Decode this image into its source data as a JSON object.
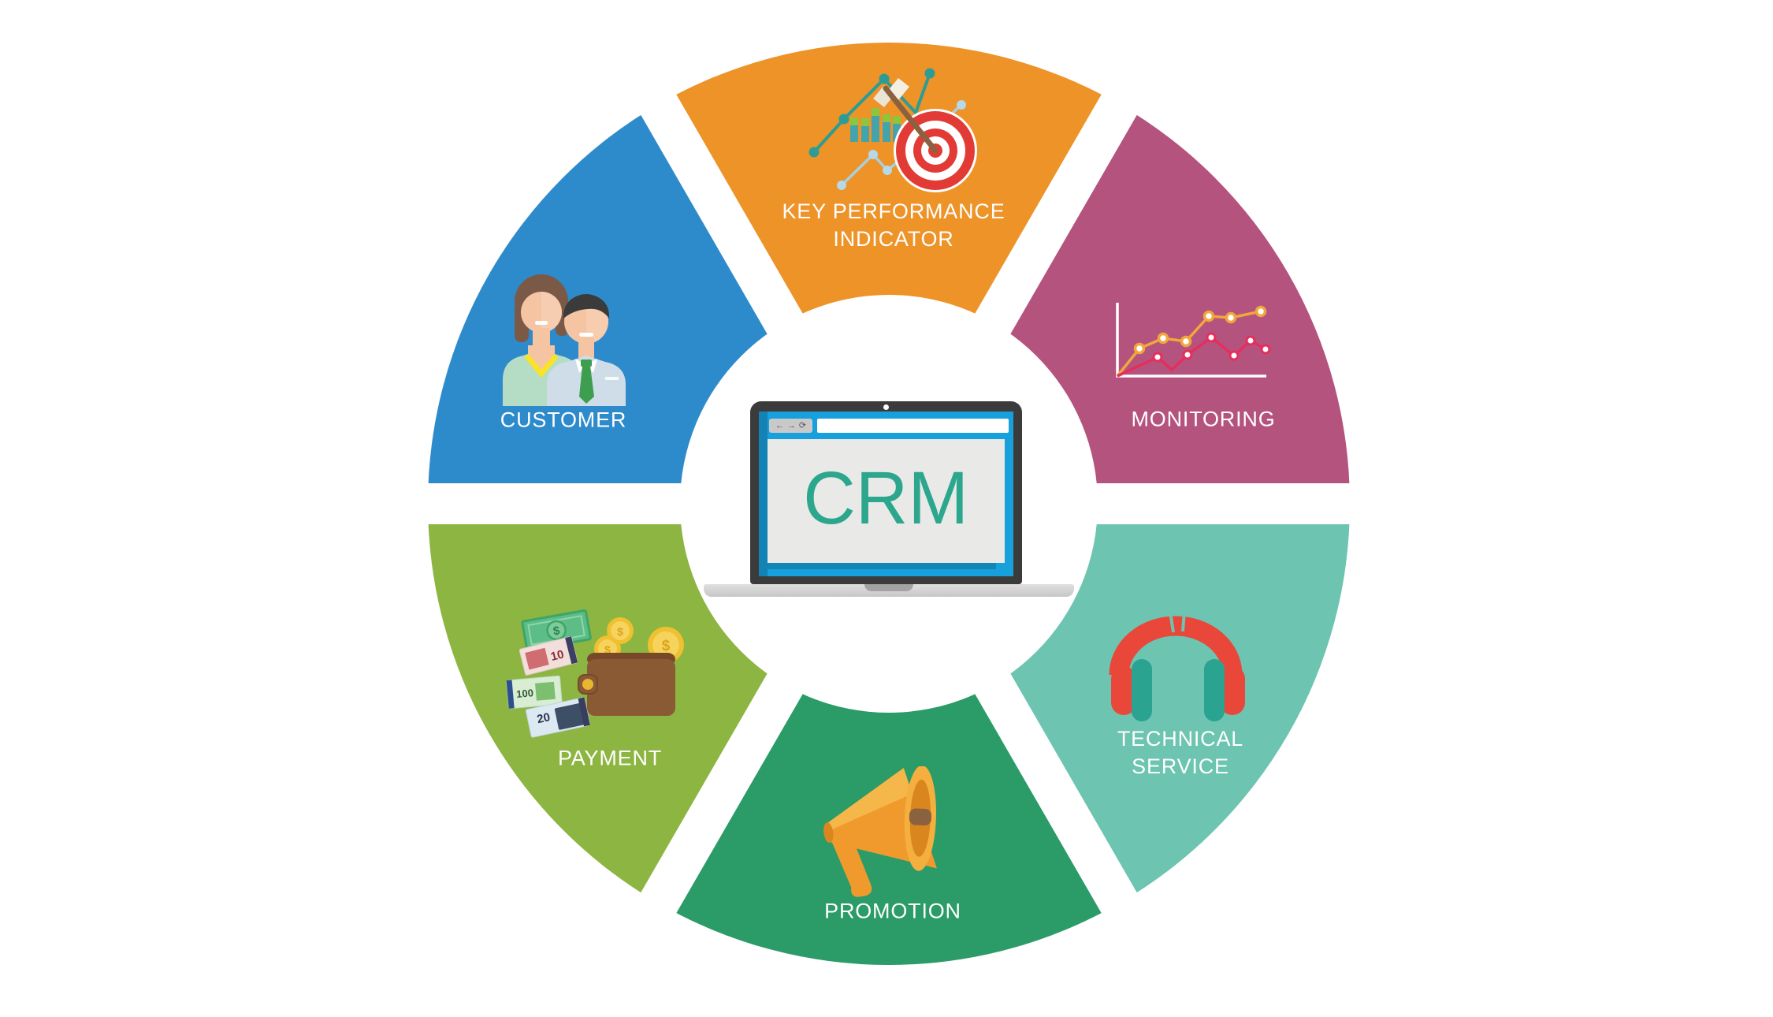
{
  "segments": [
    {
      "id": "key-performance-indicator",
      "lines": [
        "KEY PERFORMANCE",
        "INDICATOR"
      ],
      "color": "#ED9328",
      "icon": "target-arrow-chart-icon"
    },
    {
      "id": "monitoring",
      "lines": [
        "MONITORING",
        ""
      ],
      "color": "#B5537F",
      "icon": "growth-line-chart-icon"
    },
    {
      "id": "technical-service",
      "lines": [
        "TECHNICAL",
        "SERVICE"
      ],
      "color": "#6CC4B1",
      "icon": "headphones-icon"
    },
    {
      "id": "promotion",
      "lines": [
        "PROMOTION",
        ""
      ],
      "color": "#2B9B68",
      "icon": "megaphone-icon"
    },
    {
      "id": "payment",
      "lines": [
        "PAYMENT",
        ""
      ],
      "color": "#8DB541",
      "icon": "wallet-cash-coins-icon"
    },
    {
      "id": "customer",
      "lines": [
        "CUSTOMER",
        ""
      ],
      "color": "#2E8BCB",
      "icon": "customer-avatars-icon"
    }
  ],
  "laptop": {
    "screen_text": "CRM",
    "screen_text_color": "#2CA78E",
    "browser_blue": "#17A0DC",
    "frame_color": "#3B3B3B",
    "back_icon": "←",
    "forward_icon": "→",
    "refresh_icon": "⟳"
  },
  "icon_colors": {
    "target_red": "#E23B36",
    "arrow_brown": "#8A6240",
    "bar_teal": "#45A3AC",
    "bar_cap_green": "#8CC63E",
    "line_teal": "#2C9C95",
    "line_lightblue": "#A9CFE0",
    "monitor_orange": "#F0A73C",
    "monitor_red": "#E62E5C",
    "headphone_red": "#E8473A",
    "headphone_pad_teal": "#2AA391",
    "megaphone_orange": "#F09A2D",
    "wallet_brown": "#8A5A35",
    "coin_gold": "#EFC02F",
    "avatar_skin": "#F5C4A3",
    "woman_hair": "#7B5947",
    "man_hair": "#3B3B3B",
    "woman_top": "#B5DDC5",
    "man_shirt": "#CFDDE9",
    "tie_green": "#3D9E50"
  },
  "payment_icon": {
    "coin_symbol": "$",
    "bill_symbol": "$",
    "note_values": [
      "10",
      "100",
      "20"
    ]
  }
}
